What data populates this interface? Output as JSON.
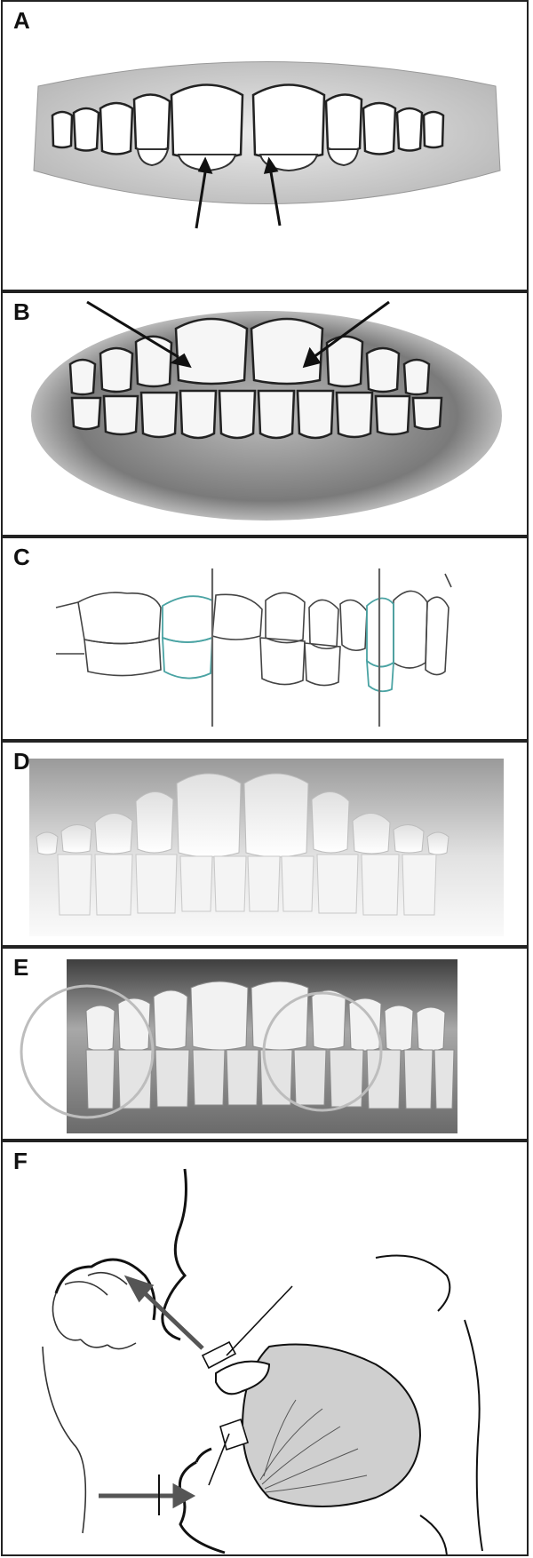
{
  "figure": {
    "panels": [
      {
        "label": "A"
      },
      {
        "label": "B"
      },
      {
        "label": "C"
      },
      {
        "label": "D"
      },
      {
        "label": "E"
      },
      {
        "label": "F"
      }
    ]
  },
  "colors": {
    "border": "#222222",
    "outline": "#222222",
    "gum_light": "#d8d8d8",
    "gum_dark": "#555555",
    "tooth": "#ffffff",
    "teal_accent": "#4aa3a3",
    "guide_line": "#666666"
  }
}
